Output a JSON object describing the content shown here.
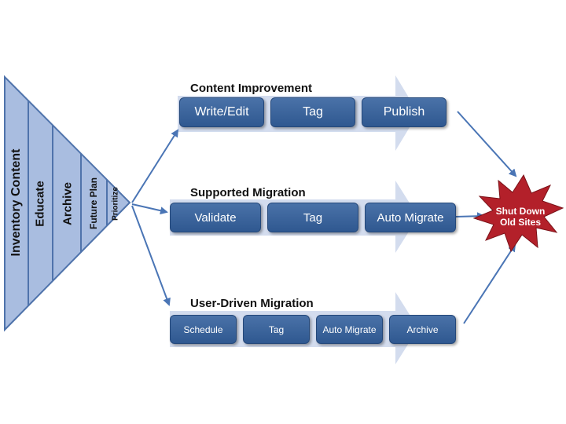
{
  "funnel": {
    "stages": [
      "Inventory Content",
      "Educate",
      "Archive",
      "Future Plan",
      "Prioritize"
    ]
  },
  "lanes": [
    {
      "title": "Content Improvement",
      "steps": [
        "Write/Edit",
        "Tag",
        "Publish"
      ]
    },
    {
      "title": "Supported Migration",
      "steps": [
        "Validate",
        "Tag",
        "Auto Migrate"
      ]
    },
    {
      "title": "User-Driven Migration",
      "steps": [
        "Schedule",
        "Tag",
        "Auto Migrate",
        "Archive"
      ]
    }
  ],
  "outcome": {
    "line1": "Shut Down",
    "line2": "Old Sites"
  },
  "colors": {
    "funnel_fill": "#a9bde0",
    "funnel_stroke": "#4f73ab",
    "band_arrow": "#d3dcee",
    "step_fill": "#3a63a0",
    "connector": "#4a75b5",
    "burst_fill": "#b3202a"
  }
}
